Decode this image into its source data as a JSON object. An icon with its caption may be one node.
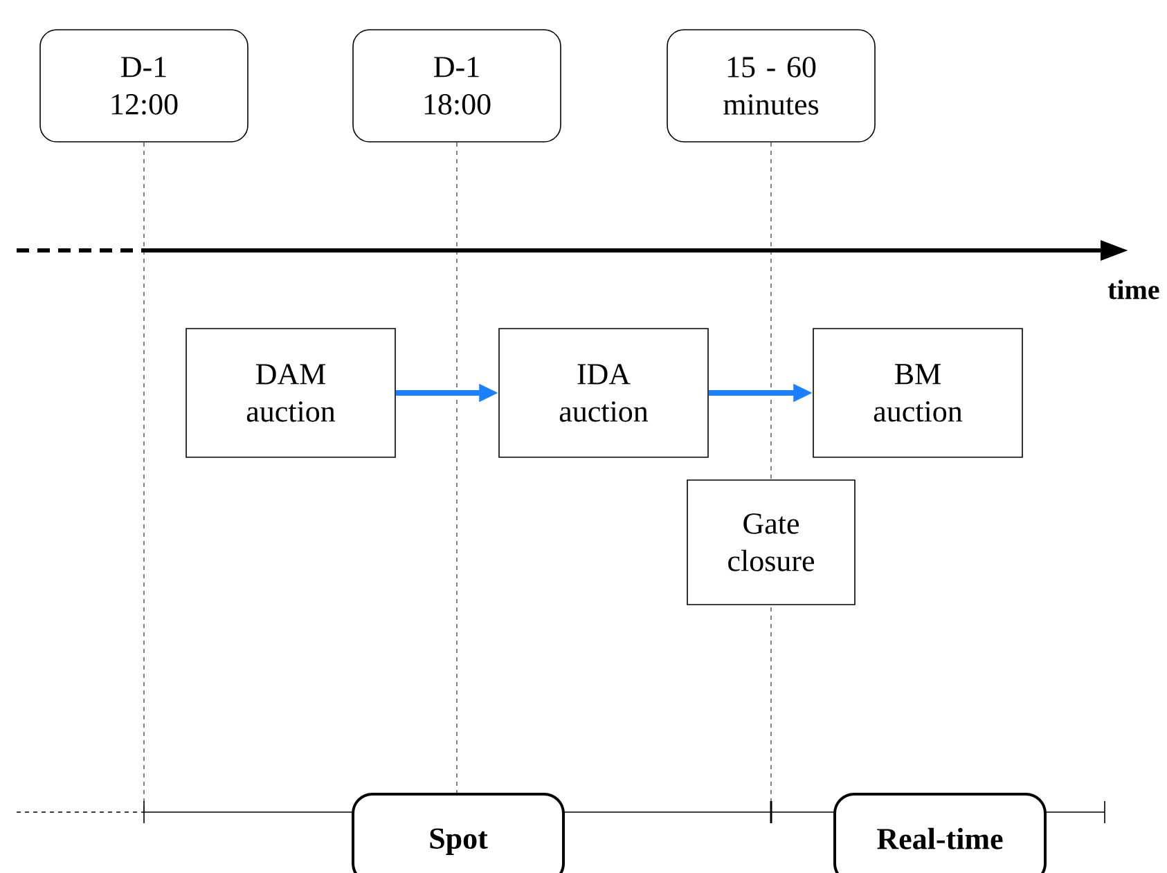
{
  "diagram": {
    "nodes": [
      {
        "text": [
          "D-1 12:00"
        ]
      },
      {
        "text": [
          "D-1 18:00"
        ]
      },
      {
        "text": [
          "15 - 60 minutes"
        ]
      },
      {
        "text": [
          "DAM auction"
        ]
      },
      {
        "text": [
          "IDA auction"
        ]
      },
      {
        "text": [
          "BM auction"
        ]
      },
      {
        "text": [
          "Gate closure"
        ]
      },
      {
        "text": [
          "Spot"
        ]
      },
      {
        "text": [
          "Real-time"
        ]
      }
    ],
    "edges": [
      {
        "from": 3,
        "to": 4,
        "arrow": "to",
        "color": "#1a80ff"
      },
      {
        "from": 4,
        "to": 5,
        "arrow": "to",
        "color": "#1a80ff"
      }
    ],
    "labels": [
      "time"
    ]
  }
}
